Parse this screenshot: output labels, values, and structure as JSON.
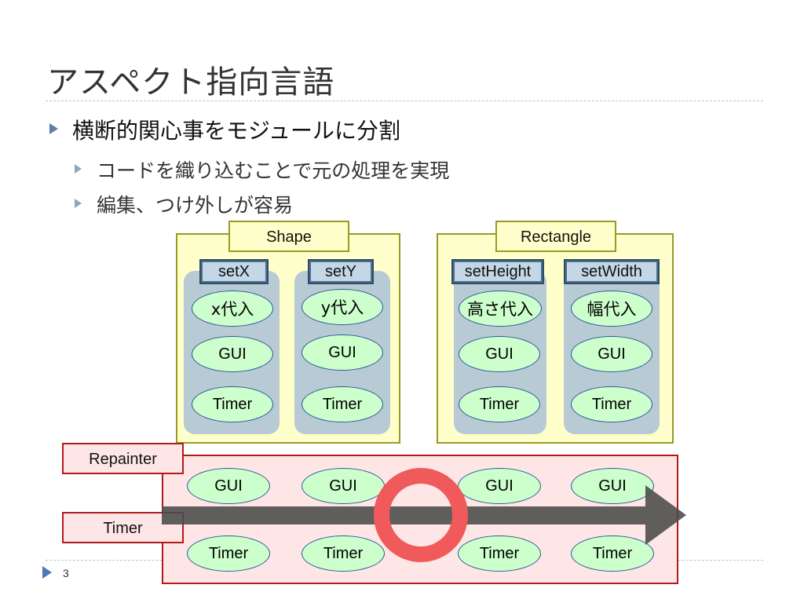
{
  "slide": {
    "title": "アスペクト指向言語",
    "bullet": "横断的関心事をモジュールに分割",
    "sub_bullets": [
      "コードを織り込むことで元の処理を実現",
      "編集、つけ外しが容易"
    ],
    "page_number": "3"
  },
  "diagram": {
    "classes": [
      {
        "name": "Shape",
        "methods": [
          {
            "label": "setX",
            "items": [
              "x代入",
              "GUI",
              "Timer"
            ]
          },
          {
            "label": "setY",
            "items": [
              "y代入",
              "GUI",
              "Timer"
            ]
          }
        ]
      },
      {
        "name": "Rectangle",
        "methods": [
          {
            "label": "setHeight",
            "items": [
              "高さ代入",
              "GUI",
              "Timer"
            ]
          },
          {
            "label": "setWidth",
            "items": [
              "幅代入",
              "GUI",
              "Timer"
            ]
          }
        ]
      }
    ],
    "aspects": [
      {
        "name": "Repainter",
        "items": [
          "GUI",
          "GUI",
          "GUI",
          "GUI"
        ]
      },
      {
        "name": "Timer",
        "items": [
          "Timer",
          "Timer",
          "Timer",
          "Timer"
        ]
      }
    ]
  },
  "colors": {
    "class_box_fill": "#ffffcc",
    "class_box_border": "#9a9a22",
    "method_column_fill": "#b8cad4",
    "method_label_fill": "#4d6f8b",
    "item_fill": "#ccffcc",
    "aspect_box_fill": "#ffe6e6",
    "aspect_box_border": "#b01a1a",
    "circle_mark": "#f05a5a",
    "arrow": "#4a4a4a",
    "bullet_marker": "#5f7fa8"
  }
}
